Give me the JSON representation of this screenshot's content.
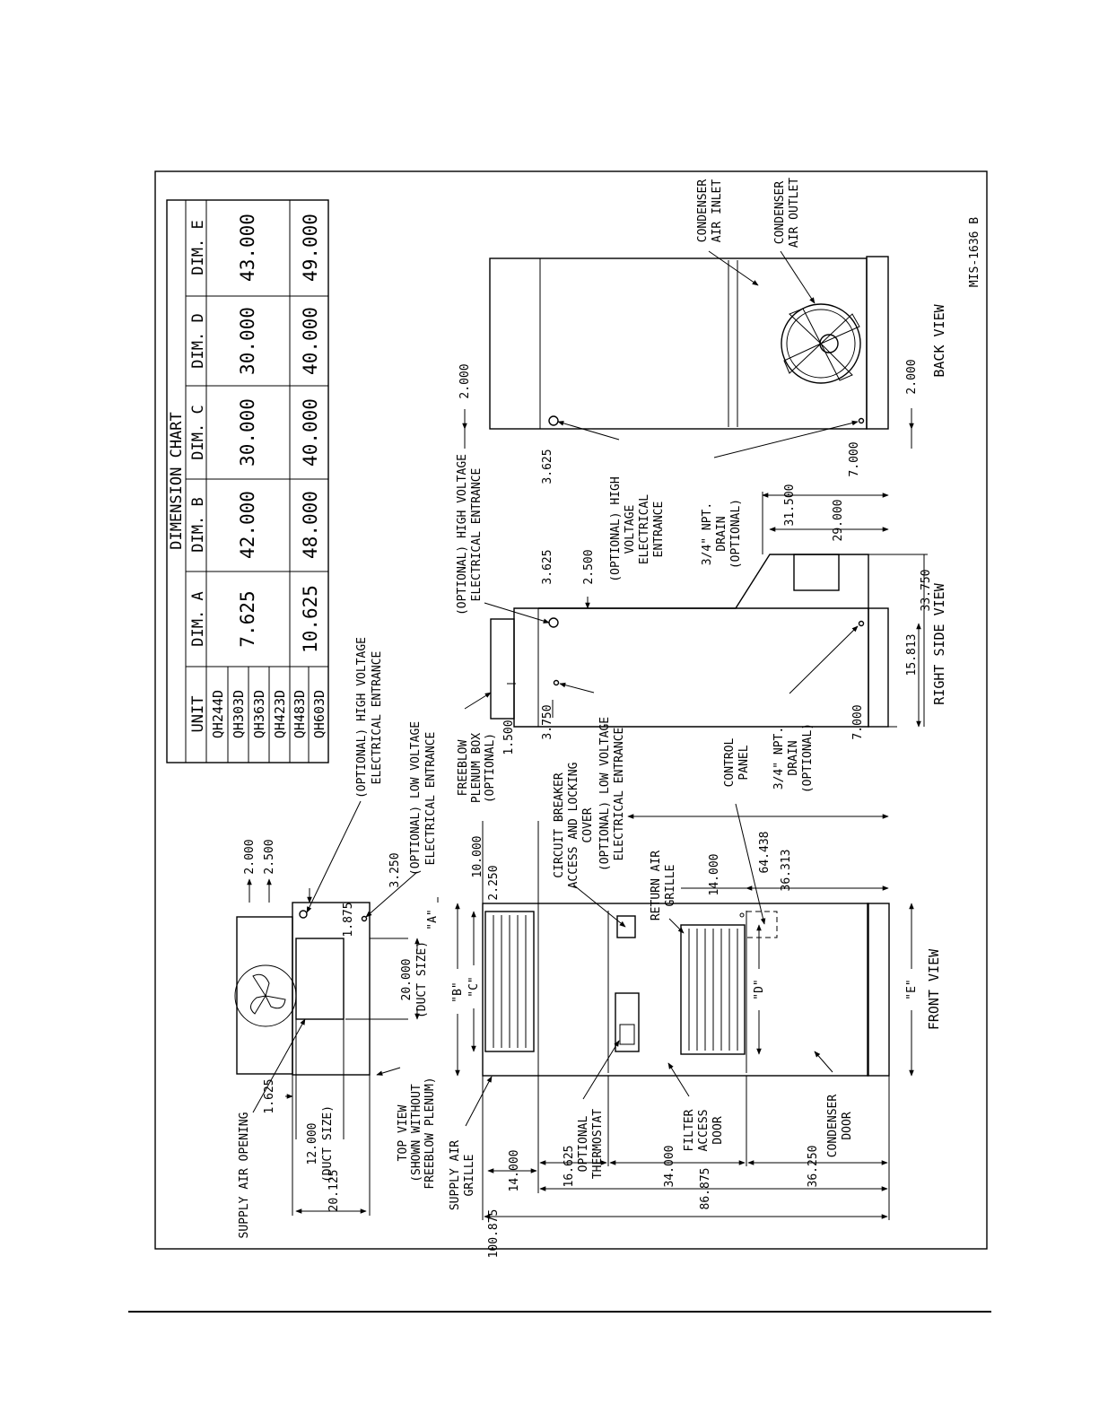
{
  "chart": {
    "title": "DIMENSION CHART",
    "headers": [
      "UNIT",
      "DIM. A",
      "DIM. B",
      "DIM. C",
      "DIM. D",
      "DIM. E"
    ],
    "units_group1": [
      "QH244D",
      "QH303D",
      "QH363D",
      "QH423D"
    ],
    "units_group2": [
      "QH483D",
      "QH603D"
    ],
    "values_group1": [
      "7.625",
      "42.000",
      "30.000",
      "30.000",
      "43.000"
    ],
    "values_group2": [
      "10.625",
      "48.000",
      "40.000",
      "40.000",
      "49.000"
    ]
  },
  "drawing_number": "MIS-1636 B",
  "top_view": {
    "title_lines": [
      "TOP VIEW",
      "(SHOWN WITHOUT",
      "FREEBLOW PLENUM)"
    ],
    "supply_air_opening": "SUPPLY AIR OPENING",
    "hv_entrance_lines": [
      "(OPTIONAL) HIGH VOLTAGE",
      "ELECTRICAL ENTRANCE"
    ],
    "lv_entrance_lines": [
      "(OPTIONAL) LOW VOLTAGE",
      "ELECTRICAL ENTRANCE"
    ],
    "dims": {
      "d2000": "2.000",
      "d2500": "2.500",
      "d1875": "1.875",
      "d3250": "3.250",
      "dimA": "\"A\"",
      "duct20_lines": [
        "20.000",
        "(DUCT SIZE)"
      ],
      "d1625": "1.625",
      "duct12_lines": [
        "12.000",
        "(DUCT SIZE)"
      ],
      "d20125": "20.125"
    }
  },
  "front_view": {
    "title": "FRONT VIEW",
    "supply_air_grille_lines": [
      "SUPPLY AIR",
      "GRILLE"
    ],
    "circuit_breaker_lines": [
      "CIRCUIT BREAKER",
      "ACCESS AND LOCKING",
      "COVER"
    ],
    "lv_entrance_lines": [
      "(OPTIONAL) LOW VOLTAGE",
      "ELECTRICAL ENTRANCE"
    ],
    "return_air_lines": [
      "RETURN AIR",
      "GRILLE"
    ],
    "control_panel_lines": [
      "CONTROL",
      "PANEL"
    ],
    "thermostat_lines": [
      "OPTIONAL",
      "THERMOSTAT"
    ],
    "filter_door_lines": [
      "FILTER",
      "ACCESS",
      "DOOR"
    ],
    "condenser_door_lines": [
      "CONDENSER",
      "DOOR"
    ],
    "dims": {
      "d10000": "10.000",
      "d2250": "2.250",
      "d14000a": "14.000",
      "d64438": "64.438",
      "d36313": "36.313",
      "dimB": "\"B\"",
      "dimC": "\"C\"",
      "dimD": "\"D\"",
      "dimE": "\"E\"",
      "d14000b": "14.000",
      "d16625": "16.625",
      "d34000": "34.000",
      "d86875": "86.875",
      "d36250": "36.250",
      "d100875": "100.875"
    }
  },
  "side_view": {
    "title": "RIGHT SIDE VIEW",
    "freeblow_lines": [
      "FREEBLOW",
      "PLENUM BOX",
      "(OPTIONAL)"
    ],
    "hv_entrance_lines": [
      "(OPTIONAL) HIGH VOLTAGE",
      "ELECTRICAL ENTRANCE"
    ],
    "lv_entrance_lines": [
      "(OPTIONAL) LOW VOLTAGE",
      "ELECTRICAL ENTRANCE"
    ],
    "hv_entrance2_lines": [
      "(OPTIONAL) HIGH",
      "VOLTAGE",
      "ELECTRICAL",
      "ENTRANCE"
    ],
    "drain_lines": [
      "3/4\" NPT.",
      "DRAIN",
      "(OPTIONAL)"
    ],
    "dims": {
      "d1500": "1.500",
      "d3750": "3.750",
      "d3625": "3.625",
      "d2500": "2.500",
      "d7000": "7.000",
      "d15813": "15.813",
      "d33750": "33.750",
      "d29000": "29.000",
      "d31500": "31.500"
    }
  },
  "back_view": {
    "title": "BACK VIEW",
    "inlet_lines": [
      "CONDENSER",
      "AIR INLET"
    ],
    "outlet_lines": [
      "CONDENSER",
      "AIR OUTLET"
    ],
    "drain_lines": [
      "3/4\" NPT.",
      "DRAIN",
      "(OPTIONAL)"
    ],
    "dims": {
      "d2000a": "2.000",
      "d2000b": "2.000",
      "d3625": "3.625",
      "d7000": "7.000"
    }
  }
}
